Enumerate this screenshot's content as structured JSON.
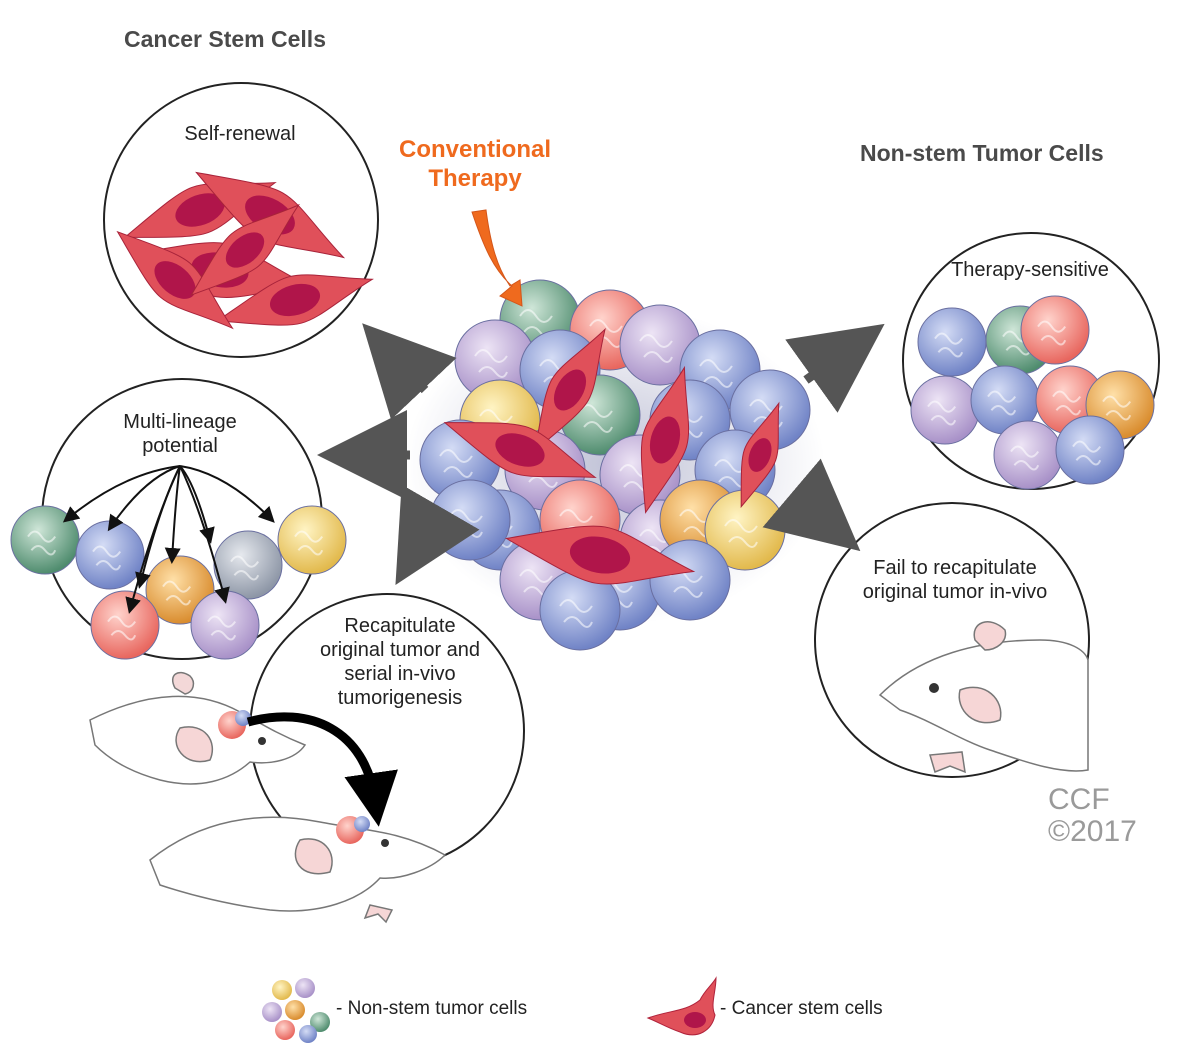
{
  "headings": {
    "cancer_stem_cells": "Cancer Stem Cells",
    "non_stem_tumor_cells": "Non-stem Tumor Cells",
    "conventional_therapy": [
      "Conventional",
      "Therapy"
    ]
  },
  "circles": {
    "self_renewal": "Self-renewal",
    "multi_lineage": [
      "Multi-lineage",
      "potential"
    ],
    "recapitulate": [
      "Recapitulate",
      "original tumor and",
      "serial in-vivo",
      "tumorigenesis"
    ],
    "therapy_sensitive": "Therapy-sensitive",
    "fail_recapitulate": [
      "Fail to recapitulate",
      "original tumor in-vivo"
    ]
  },
  "legend": {
    "non_stem": "- Non-stem tumor cells",
    "stem": "- Cancer stem cells"
  },
  "credit": {
    "org": "CCF",
    "year": "©2017"
  },
  "colors": {
    "stem_cell": "#e0505a",
    "stem_nucleus": "#b0154a",
    "blue_cell": "#8e9fd6",
    "purple_cell": "#c2aed6",
    "green_cell": "#6fa88c",
    "yellow_cell": "#f0d680",
    "orange_cell": "#e6a54a",
    "pink_cell": "#f08a82",
    "gray_cell": "#a8b0bc",
    "arrow": "#555555",
    "therapy_orange": "#ef6a1e"
  }
}
